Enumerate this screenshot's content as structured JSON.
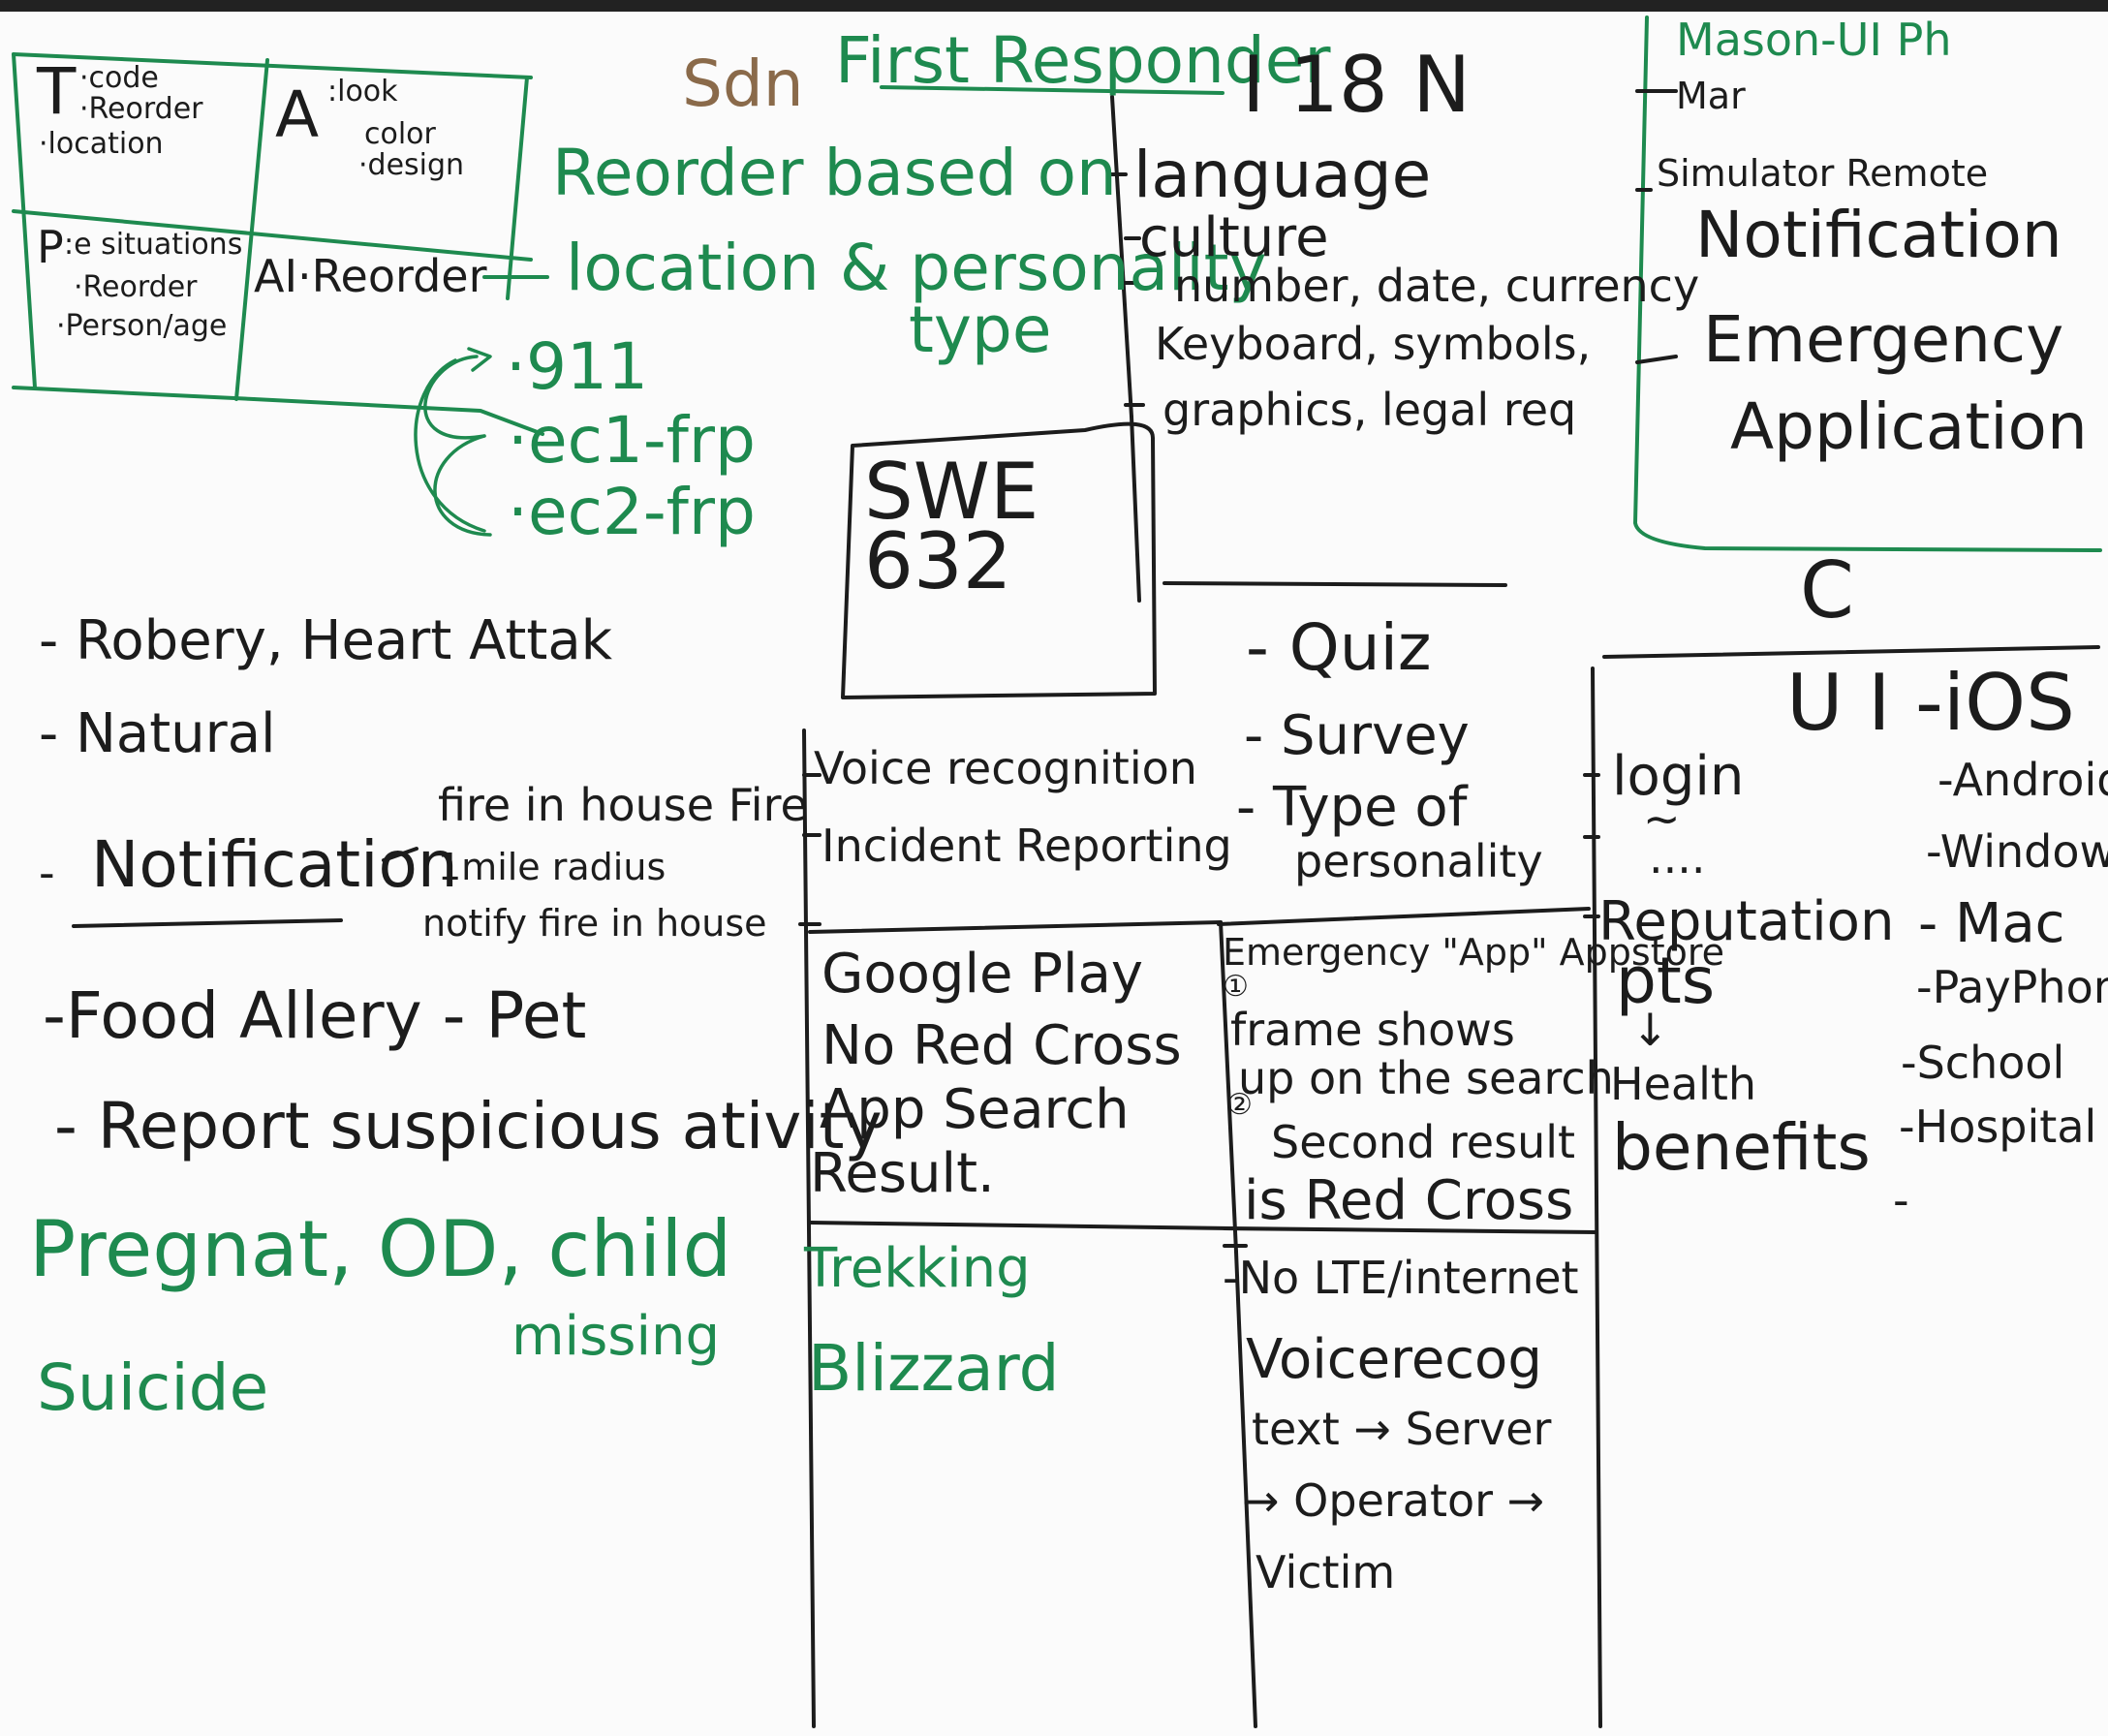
{
  "colors": {
    "green_marker": "#1e8a4f",
    "black_marker": "#1c1c1c",
    "board": "#fbfbfb"
  },
  "grid": {
    "t": {
      "letter": "T",
      "items": [
        "·code",
        "·Reorder",
        "·location"
      ]
    },
    "a": {
      "letter": "A",
      "items": [
        ":look",
        "color",
        "·design"
      ]
    },
    "p": {
      "letter": "P",
      "items": [
        ":e situations",
        "·Reorder",
        "·Person/age"
      ]
    },
    "ai": {
      "text": "AI·Reorder"
    }
  },
  "header": {
    "sdn": "Sdn",
    "first_responder": "First Responder",
    "i18n": "I 18 N",
    "mason": "Mason-UI Ph",
    "mar": "Mar"
  },
  "reorder": {
    "line1": "Reorder based on",
    "line2": "location & personality",
    "line3": "type"
  },
  "calls": [
    "·911",
    "·ec1-frp",
    "·ec2-frp"
  ],
  "course_box": {
    "line1": "SWE",
    "line2": "632"
  },
  "i18n_list": [
    "language",
    "culture",
    "number, date, currency",
    "Keyboard, symbols,",
    "graphics, legal req"
  ],
  "mason_list": {
    "simulator": "Simulator Remote",
    "notification": "Notification",
    "emergency": "Emergency",
    "application": "Application"
  },
  "c_label": "C",
  "left_list": {
    "robbery": "- Robery, Heart Attak",
    "natural": "- Natural",
    "notification": "Notification",
    "dash": "-",
    "fire1": "fire in house Fire",
    "fire2": "1mile radius",
    "fire3": "notify fire in house",
    "food": "-Food Allery - Pet",
    "report": "- Report suspicious ativity",
    "pregnant": "Pregnat, OD, child",
    "missing": "missing",
    "suicide": "Suicide"
  },
  "middle_top": {
    "voice": "Voice recognition",
    "incident": "Incident Reporting"
  },
  "middle_mid": {
    "google": "Google Play",
    "redcross": "No Red Cross",
    "appsearch": "App Search",
    "result": "Result."
  },
  "middle_bottom": {
    "trekking": "Trekking",
    "blizzard": "Blizzard"
  },
  "quiz": {
    "quiz": "- Quiz",
    "survey": "- Survey",
    "type_of": "- Type of",
    "personality": "personality"
  },
  "appstore": {
    "title": "Emergency \"App\" Appstore",
    "n1": "①",
    "l1": "frame shows",
    "l2": "up on the search",
    "n2": "②",
    "l3": "Second result",
    "l4": "is Red Cross"
  },
  "network": {
    "nolte": "-No LTE/internet",
    "voicerecog": "Voicerecog",
    "text_server": "text → Server",
    "operator": "→ Operator →",
    "victim": "Victim"
  },
  "right_col": {
    "ui_ios": "U I -iOS",
    "login": "login",
    "squiggle": "~",
    "dots": "....",
    "reputation": "Reputation",
    "pts": "pts",
    "down": "↓",
    "health": "Health",
    "benefits": "benefits"
  },
  "platforms": [
    "-Android",
    "-Windows",
    "- Mac",
    "-PayPhone",
    "-School",
    "-Hospital",
    "-"
  ]
}
